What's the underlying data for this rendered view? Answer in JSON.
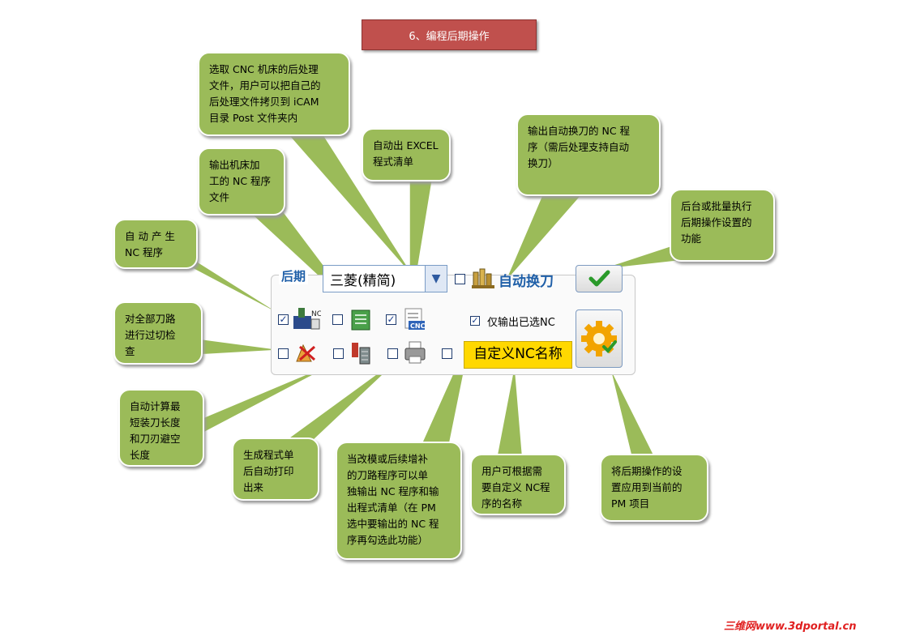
{
  "title": "6、编程后期操作",
  "callouts": {
    "post_select": [
      "选取 CNC 机床的后处理",
      "文件，用户可以把自己的",
      "后处理文件拷贝到 iCAM",
      "目录 Post 文件夹内"
    ],
    "nc_file": [
      "输出机床加",
      "工的 NC 程序",
      "文件"
    ],
    "excel": [
      "自动出 EXCEL",
      "程式清单"
    ],
    "auto_tool_change": [
      "输出自动换刀的 NC 程",
      "序（需后处理支持自动",
      "换刀）"
    ],
    "background": [
      "后台或批量执行",
      "后期操作设置的",
      "功能"
    ],
    "auto_nc": [
      "自 动 产 生",
      "NC 程序"
    ],
    "overcut": [
      "对全部刀路",
      "进行过切检",
      "查"
    ],
    "tool_length": [
      "自动计算最",
      "短装刀长度",
      "和刀刃避空",
      "长度"
    ],
    "print": [
      "生成程式单",
      "后自动打印",
      "出来"
    ],
    "selected_only": [
      "当改模或后续增补",
      "的刀路程序可以单",
      "独输出 NC 程序和输",
      "出程式清单（在 PM",
      "选中要输出的 NC 程",
      "序再勾选此功能）"
    ],
    "custom_name": [
      "用户可根据需",
      "要自定义 NC程",
      "序的名称"
    ],
    "apply": [
      "将后期操作的设",
      "置应用到当前的",
      "PM 项目"
    ]
  },
  "panel": {
    "label": "后期",
    "post_combo": "三菱(精简)",
    "auto_tool_change_label": "自动换刀",
    "auto_tool_change_checked": "",
    "only_selected_label": "仅输出已选NC",
    "only_selected_checked": "✓",
    "custom_name_button": "自定义NC名称",
    "row1": {
      "nc_checked": "✓",
      "file_checked": "",
      "excel_checked": "✓"
    },
    "row2": {
      "overcut_checked": "",
      "length_checked": "",
      "print_checked": "",
      "extra_checked": ""
    },
    "icon_ok": "checkmark-icon",
    "icon_gear": "gear-icon"
  },
  "watermark": "三维网www.3dportal.cn",
  "colors": {
    "bubble": "#9bbb59",
    "title_bg": "#c0504d",
    "accent": "#1f5fa8",
    "nc_name": "#ffd800"
  }
}
